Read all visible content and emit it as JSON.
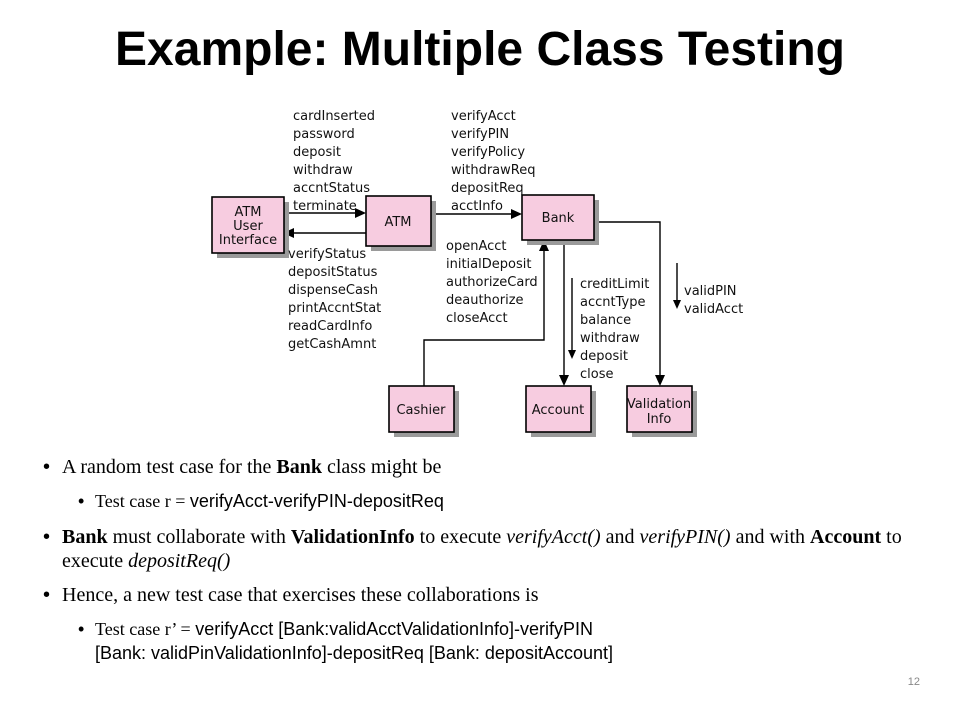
{
  "title": "Example: Multiple Class Testing",
  "diagram": {
    "boxes": {
      "atm_user_interface": [
        "ATM",
        "User",
        "Interface"
      ],
      "atm": "ATM",
      "bank": "Bank",
      "cashier": "Cashier",
      "account": "Account",
      "validation_info": [
        "Validation",
        "Info"
      ]
    },
    "messages": {
      "ui_to_atm": [
        "cardInserted",
        "password",
        "deposit",
        "withdraw",
        "accntStatus",
        "terminate"
      ],
      "atm_to_ui": [
        "verifyStatus",
        "depositStatus",
        "dispenseCash",
        "printAccntStat",
        "readCardInfo",
        "getCashAmnt"
      ],
      "atm_to_bank": [
        "verifyAcct",
        "verifyPIN",
        "verifyPolicy",
        "withdrawReq",
        "depositReq",
        "acctInfo"
      ],
      "cashier_to_bank": [
        "openAcct",
        "initialDeposit",
        "authorizeCard",
        "deauthorize",
        "closeAcct"
      ],
      "bank_to_account": [
        "creditLimit",
        "accntType",
        "balance",
        "withdraw",
        "deposit",
        "close"
      ],
      "bank_to_validation": [
        "validPIN",
        "validAcct"
      ]
    }
  },
  "bullets": {
    "b1": {
      "pre": "A random test  case for the ",
      "bold": "Bank",
      "post": " class might be"
    },
    "b1_sub": {
      "pre": "Test case r = ",
      "code": "verifyAcct-verifyPIN-depositReq"
    },
    "b2": {
      "bold1": "Bank",
      "t1": " must collaborate with ",
      "bold2": "ValidationInfo",
      "t2": " to execute  ",
      "it1": "verifyAcct()",
      "t3": " and ",
      "it2": "verifyPIN()",
      "t4": " and with ",
      "bold3": "Account",
      "t5": " to execute ",
      "it3": "depositReq()"
    },
    "b3": "Hence, a new test case that exercises these collaborations is",
    "b3_sub": {
      "pre": "Test case r’ = ",
      "code_line1": "verifyAcct [Bank:validAcctValidationInfo]-verifyPIN",
      "code_line2": "[Bank: validPinValidationInfo]-depositReq  [Bank: depositAccount]"
    }
  },
  "page_number": "12"
}
